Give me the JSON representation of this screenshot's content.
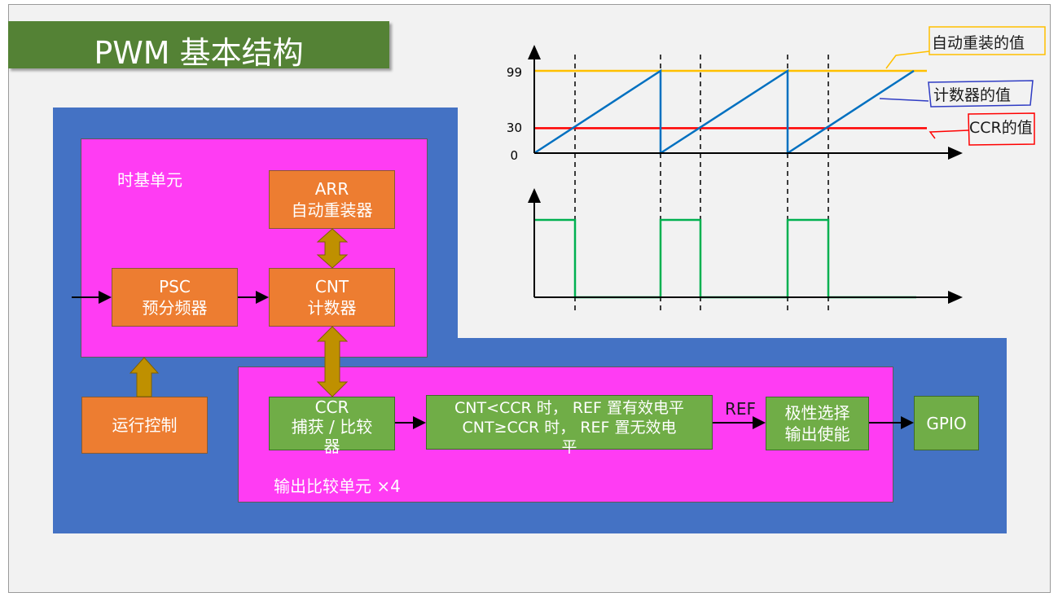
{
  "title": "PWM 基本结构",
  "time_base": {
    "label": "时基单元",
    "arr": {
      "line1": "ARR",
      "line2": "自动重装器"
    },
    "psc": {
      "line1": "PSC",
      "line2": "预分频器"
    },
    "cnt": {
      "line1": "CNT",
      "line2": "计数器"
    }
  },
  "run_control": "运行控制",
  "output_compare": {
    "label": "输出比较单元 ×4",
    "ccr": {
      "line1": "CCR",
      "line2": "捕获 / 比较",
      "line3": "器"
    },
    "compare_rule": {
      "line1": "CNT<CCR 时， REF 置有效电平",
      "line2": "CNT≥CCR 时， REF 置无效电",
      "line3": "平"
    },
    "ref_label": "REF",
    "polarity": {
      "line1": "极性选择",
      "line2": "输出使能"
    }
  },
  "gpio": "GPIO",
  "waveform": {
    "y_ticks": [
      "99",
      "30",
      "0"
    ],
    "annotations": {
      "auto_reload": "自动重装的值",
      "counter": "计数器的值",
      "ccr": "CCR的值"
    },
    "arr_value": 99,
    "ccr_value": 30,
    "colors": {
      "arr": "#ffc000",
      "counter": "#0070c0",
      "ccr": "#ff0000",
      "pwm": "#00b050"
    }
  }
}
